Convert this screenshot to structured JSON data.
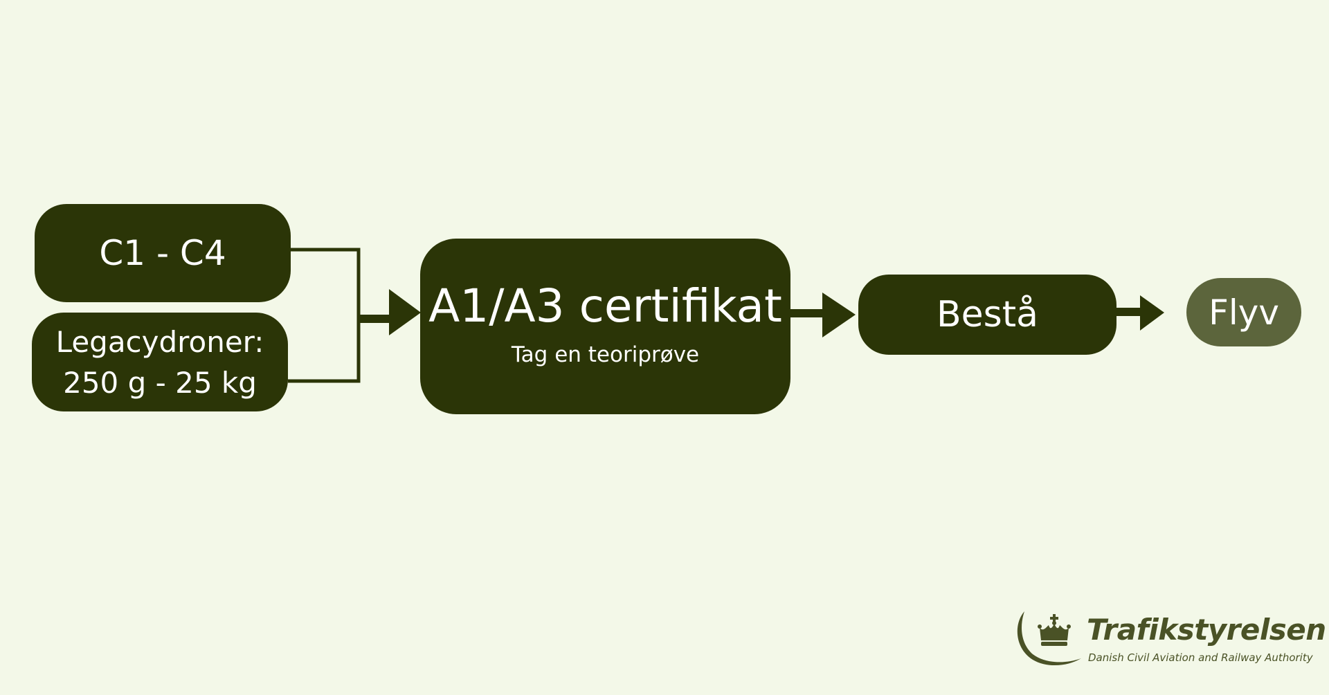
{
  "nodes": {
    "c1c4": {
      "label": "C1 - C4"
    },
    "legacy": {
      "line1": "Legacydroner:",
      "line2": "250 g - 25 kg"
    },
    "certificate": {
      "title": "A1/A3 certifikat",
      "subtitle": "Tag en teoriprøve"
    },
    "pass": {
      "label": "Bestå"
    },
    "fly": {
      "label": "Flyv"
    }
  },
  "logo": {
    "name": "Trafikstyrelsen",
    "tagline": "Danish Civil Aviation and Railway Authority"
  },
  "colors": {
    "background": "#f3f8e8",
    "box": "#2b3507",
    "box_final": "#5c653c",
    "connector": "#2b3507",
    "logo": "#4a5226"
  }
}
